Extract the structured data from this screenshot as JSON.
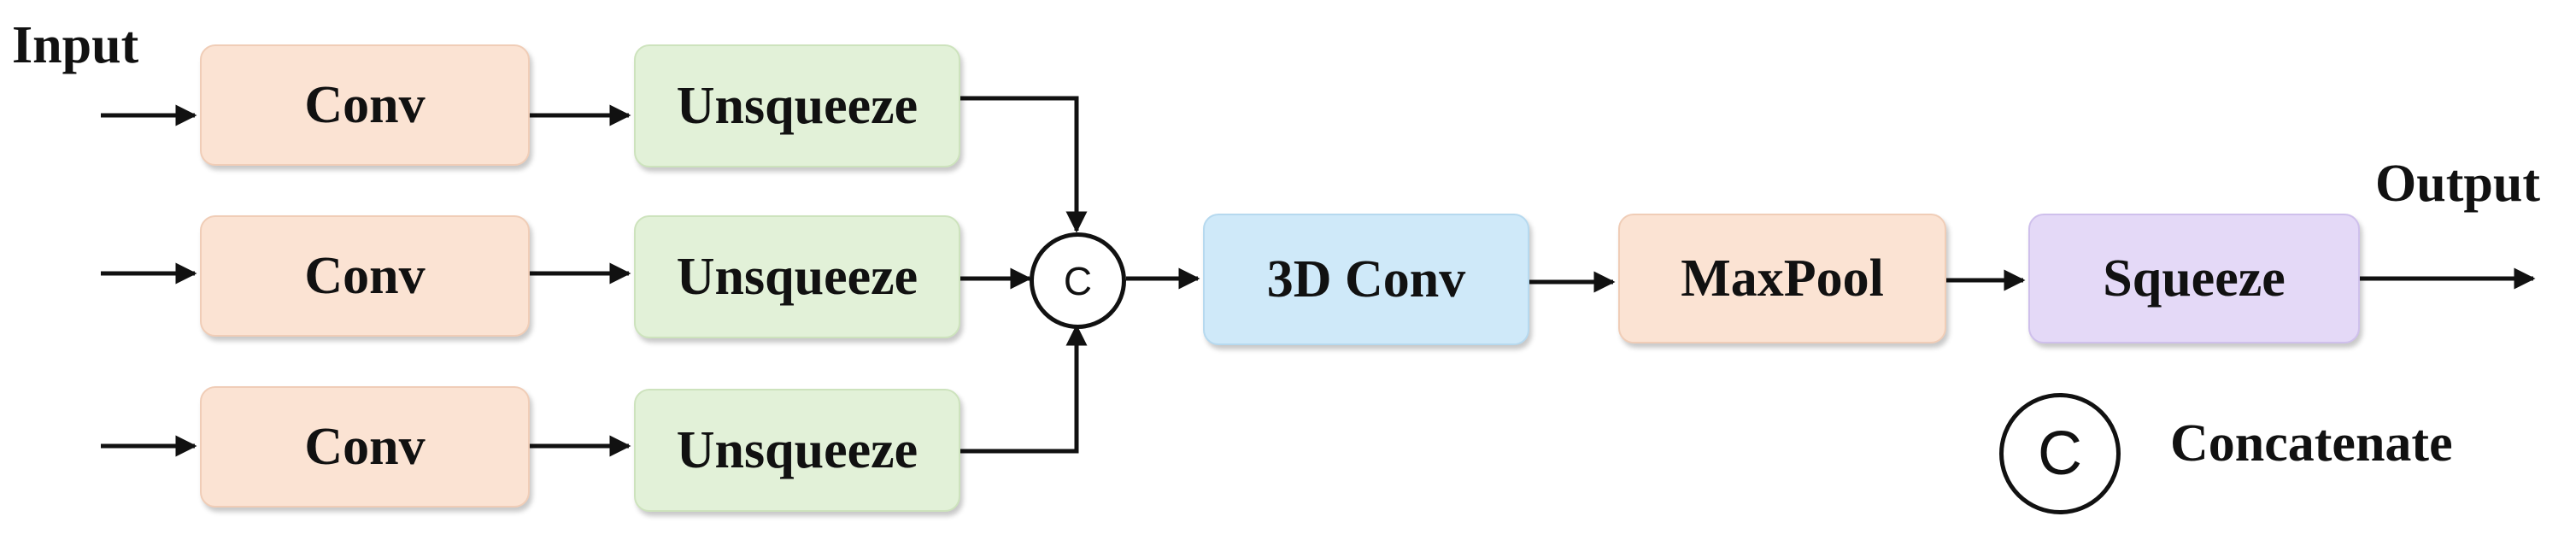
{
  "labels": {
    "input": "Input",
    "output": "Output",
    "conv_1": "Conv",
    "conv_2": "Conv",
    "conv_3": "Conv",
    "unsqueeze_1": "Unsqueeze",
    "unsqueeze_2": "Unsqueeze",
    "unsqueeze_3": "Unsqueeze",
    "conv3d": "3D Conv",
    "maxpool": "MaxPool",
    "squeeze": "Squeeze",
    "concat_symbol": "C",
    "legend_symbol": "C",
    "legend_text": "Concatenate"
  },
  "colors": {
    "conv": "#fbe3d3",
    "unsqueeze": "#e2f1d8",
    "conv3d": "#cfe9f9",
    "maxpool": "#fbe3d3",
    "squeeze": "#e4d9f7",
    "line": "#111111"
  }
}
